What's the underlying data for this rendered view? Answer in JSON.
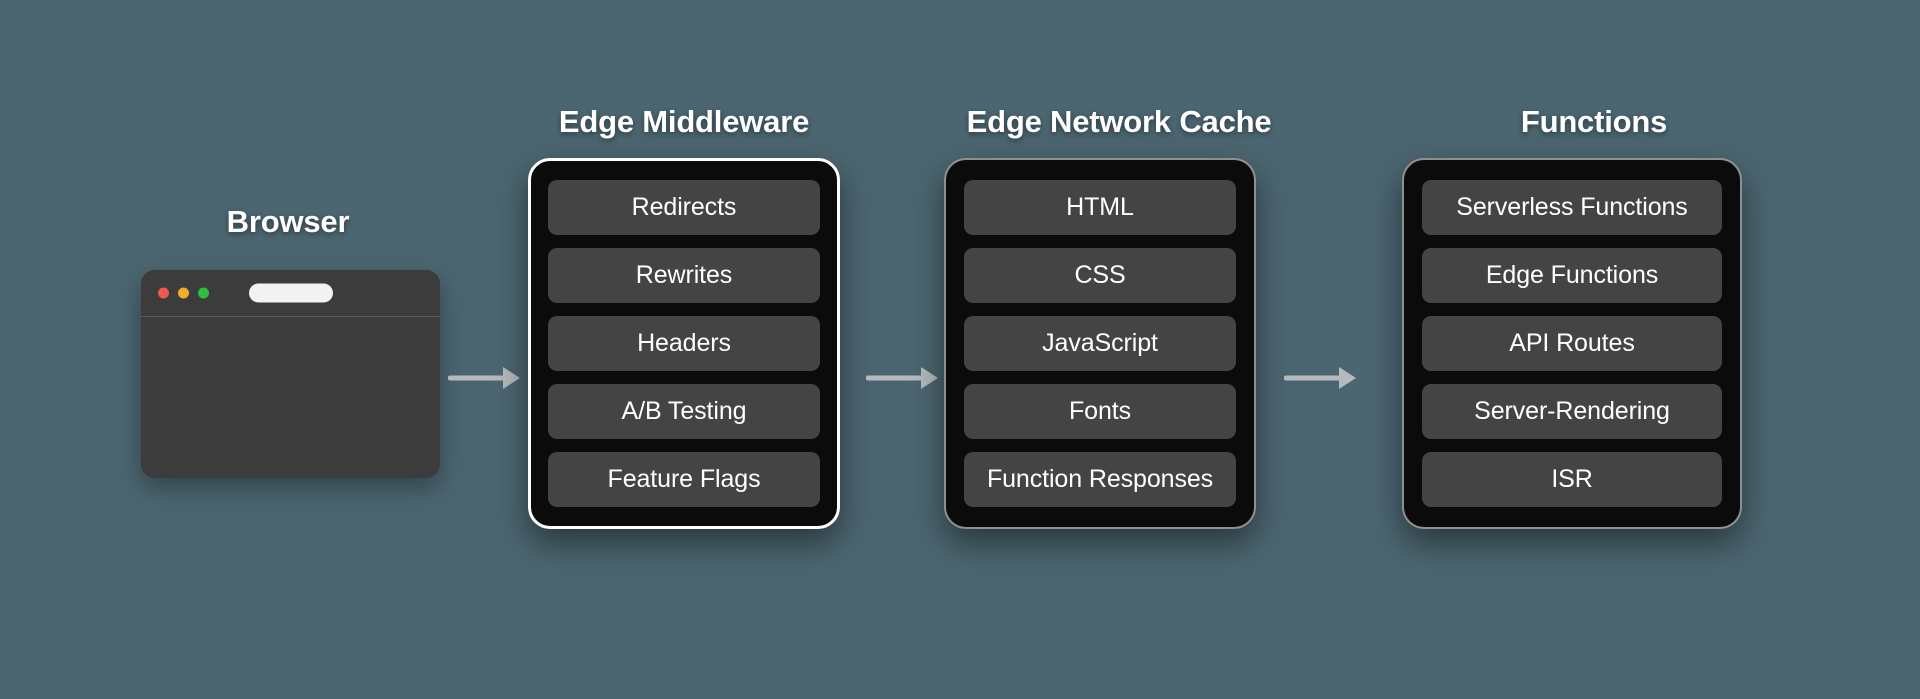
{
  "background_color": "#4c6671",
  "browser": {
    "title": "Browser",
    "traffic_lights": [
      "red",
      "yellow",
      "green"
    ],
    "url_bar_value": ""
  },
  "arrows": [
    {
      "name": "browser-to-middleware"
    },
    {
      "name": "middleware-to-cache"
    },
    {
      "name": "cache-to-functions"
    }
  ],
  "columns": [
    {
      "title": "Edge Middleware",
      "highlighted": true,
      "items": [
        "Redirects",
        "Rewrites",
        "Headers",
        "A/B Testing",
        "Feature Flags"
      ]
    },
    {
      "title": "Edge Network Cache",
      "highlighted": false,
      "items": [
        "HTML",
        "CSS",
        "JavaScript",
        "Fonts",
        "Function Responses"
      ]
    },
    {
      "title": "Functions",
      "highlighted": false,
      "items": [
        "Serverless Functions",
        "Edge Functions",
        "API Routes",
        "Server-Rendering",
        "ISR"
      ]
    }
  ],
  "colors": {
    "card_background": "#0b0b0b",
    "pill_background": "#444444",
    "pill_text": "#ffffff",
    "browser_background": "#3c3c3c",
    "arrow": "#b5bbbd",
    "highlight_border": "#ffffff"
  }
}
